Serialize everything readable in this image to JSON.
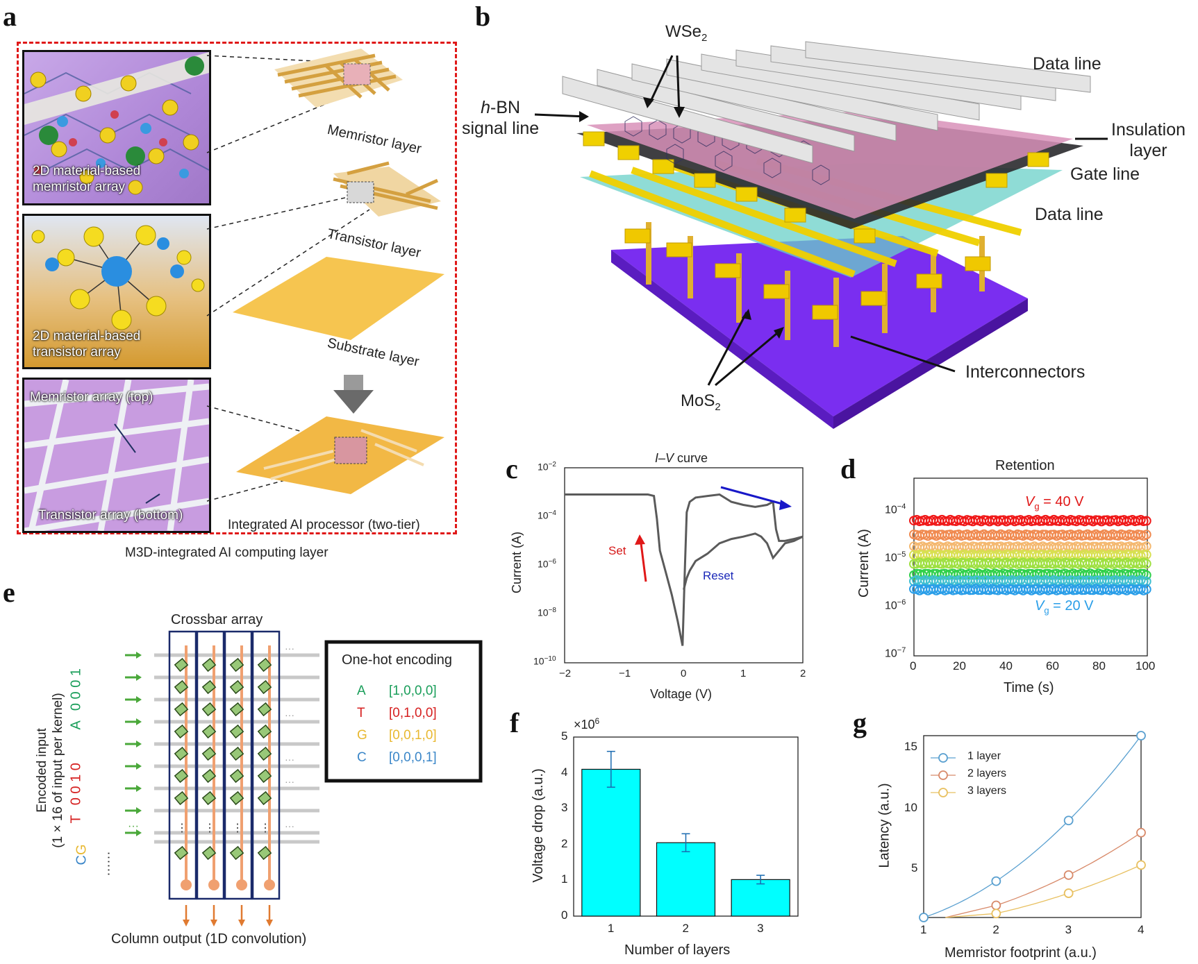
{
  "panels": {
    "a": {
      "letter": "a",
      "thumb1_caption_line1": "2D material-based",
      "thumb1_caption_line2": "memristor array",
      "thumb2_caption_line1": "2D material-based",
      "thumb2_caption_line2": "transistor array",
      "thumb3_top_label": "Memristor array (top)",
      "thumb3_bottom_label": "Transistor array (bottom)",
      "layer_labels": [
        "Memristor layer",
        "Transistor layer",
        "Substrate layer"
      ],
      "processor_label": "Integrated AI processor (two-tier)",
      "caption": "M3D-integrated AI computing layer"
    },
    "b": {
      "letter": "b",
      "wse2": "WSe",
      "wse2_sub": "2",
      "hbn_prefix": "h",
      "hbn_suffix": "-BN",
      "signal_line": "signal line",
      "data_line_top": "Data line",
      "insulation_line1": "Insulation",
      "insulation_line2": "layer",
      "gate_line": "Gate line",
      "data_line_mid": "Data line",
      "interconnectors": "Interconnectors",
      "mos2": "MoS",
      "mos2_sub": "2"
    },
    "c": {
      "letter": "c",
      "title_italic": "I–V",
      "title_rest": " curve",
      "xlabel": "Voltage (V)",
      "ylabel": "Current (A)",
      "xticks": [
        "−2",
        "−1",
        "0",
        "1",
        "2"
      ],
      "yticks_base": [
        "10",
        "10",
        "10",
        "10",
        "10"
      ],
      "yticks_exp": [
        "−2",
        "−4",
        "−6",
        "−8",
        "−10"
      ],
      "set_label": "Set",
      "reset_label": "Reset"
    },
    "d": {
      "letter": "d",
      "title": "Retention",
      "xlabel": "Time (s)",
      "ylabel": "Current (A)",
      "xticks": [
        "0",
        "20",
        "40",
        "60",
        "80",
        "100"
      ],
      "yticks_base": [
        "10",
        "10",
        "10",
        "10"
      ],
      "yticks_exp": [
        "−4",
        "−5",
        "−6",
        "−7"
      ],
      "top_label_v": "V",
      "top_label_sub": "g",
      "top_label_rest": " = 40 V",
      "bottom_label_v": "V",
      "bottom_label_sub": "g",
      "bottom_label_rest": " = 20 V"
    },
    "e": {
      "letter": "e",
      "crossbar_title": "Crossbar array",
      "column_output": "Column output (1D convolution)",
      "encoding_title": "One-hot encoding",
      "encoding_rows": [
        {
          "letter": "A",
          "code": "[1,0,0,0]",
          "color": "#1a9e5a"
        },
        {
          "letter": "T",
          "code": "[0,1,0,0]",
          "color": "#d62020"
        },
        {
          "letter": "G",
          "code": "[0,0,1,0]",
          "color": "#e8b830"
        },
        {
          "letter": "C",
          "code": "[0,0,0,1]",
          "color": "#3a86c8"
        }
      ],
      "y_axis_line1": "Encoded input",
      "y_axis_line2": "(1 × 16 of input per kernel)",
      "seq_a_letter": "A",
      "seq_a_bits": "0 0 0 1",
      "seq_t_letter": "T",
      "seq_t_bits": "0 0 1 0",
      "seq_c": "C",
      "seq_g": "G",
      "ellipsis": "······",
      "row_dots": "···",
      "cell_dots": "⋮"
    },
    "f": {
      "letter": "f",
      "multiplier": "×10",
      "multiplier_exp": "6",
      "xlabel": "Number of layers",
      "ylabel": "Voltage drop (a.u.)",
      "xticks": [
        "1",
        "2",
        "3"
      ],
      "yticks": [
        "0",
        "1",
        "2",
        "3",
        "4",
        "5"
      ]
    },
    "g": {
      "letter": "g",
      "xlabel": "Memristor footprint (a.u.)",
      "ylabel": "Latency (a.u.)",
      "xticks": [
        "1",
        "2",
        "3",
        "4"
      ],
      "yticks": [
        "5",
        "10",
        "15"
      ],
      "legend": [
        "1 layer",
        "2 layers",
        "3 layers"
      ]
    }
  },
  "chart_data": [
    {
      "id": "c",
      "type": "line",
      "title": "I–V curve",
      "xlabel": "Voltage (V)",
      "ylabel": "Current (A)",
      "xlim": [
        -2,
        2
      ],
      "ylim_log10": [
        -10,
        -2
      ],
      "yscale": "log",
      "series": [
        {
          "x": [
            -2,
            -1.5,
            -1,
            -0.6,
            -0.5,
            -0.45,
            -0.4,
            -0.3,
            -0.2,
            -0.1,
            -0.02,
            0.02,
            0.05,
            0.1,
            0.2,
            0.4,
            0.6,
            0.8,
            1.0,
            1.2,
            1.4,
            1.5,
            1.55,
            1.6,
            1.7,
            1.85,
            2.0
          ],
          "y": [
            0.0008,
            0.0008,
            0.0008,
            0.0008,
            0.0007,
            8e-05,
            4e-06,
            5e-07,
            6e-08,
            5e-09,
            5e-10,
            8e-07,
            0.00015,
            0.0004,
            0.0006,
            0.0007,
            0.0008,
            0.0004,
            0.0003,
            0.00025,
            0.0003,
            0.0004,
            3e-05,
            1e-05,
            1e-05,
            1.2e-05,
            1.5e-05
          ]
        },
        {
          "x": [
            0.0,
            0.05,
            0.1,
            0.2,
            0.4,
            0.6,
            0.8,
            1.0,
            1.2,
            1.3,
            1.4,
            1.5,
            1.6,
            1.7,
            1.85,
            2.0
          ],
          "y": [
            1e-07,
            3e-07,
            6e-07,
            1.5e-06,
            3e-06,
            8e-06,
            1.2e-05,
            1.5e-05,
            2e-05,
            1.5e-05,
            8e-06,
            2e-06,
            4e-06,
            8e-06,
            1e-05,
            1.5e-05
          ]
        }
      ]
    },
    {
      "id": "d",
      "type": "scatter",
      "title": "Retention",
      "xlabel": "Time (s)",
      "ylabel": "Current (A)",
      "xlim": [
        0,
        100
      ],
      "ylim_log10": [
        -7,
        -3.4
      ],
      "yscale": "log",
      "series": [
        {
          "name": "V_g = 40 V",
          "color": "#f01818",
          "value": 5.5e-05
        },
        {
          "name": "",
          "color": "#f08a50",
          "value": 2.8e-05
        },
        {
          "name": "",
          "color": "#f4b870",
          "value": 1.6e-05
        },
        {
          "name": "",
          "color": "#d8e050",
          "value": 1.1e-05
        },
        {
          "name": "",
          "color": "#9ee040",
          "value": 7.5e-06
        },
        {
          "name": "",
          "color": "#30d04a",
          "value": 4.5e-06
        },
        {
          "name": "",
          "color": "#40c0d0",
          "value": 3.3e-06
        },
        {
          "name": "V_g = 20 V",
          "color": "#2a9ee8",
          "value": 2.2e-06
        }
      ]
    },
    {
      "id": "f",
      "type": "bar",
      "xlabel": "Number of layers",
      "ylabel": "Voltage drop (a.u.)",
      "categories": [
        "1",
        "2",
        "3"
      ],
      "values": [
        4.1,
        2.05,
        1.02
      ],
      "errors": [
        0.5,
        0.25,
        0.12
      ],
      "ylim": [
        0,
        5
      ],
      "unit_multiplier": "×10^6",
      "color": "#00ffff"
    },
    {
      "id": "g",
      "type": "line",
      "xlabel": "Memristor footprint (a.u.)",
      "ylabel": "Latency (a.u.)",
      "xlim": [
        1,
        4
      ],
      "ylim": [
        1,
        16
      ],
      "legend_position": "top-left",
      "series": [
        {
          "name": "1 layer",
          "color": "#5aa0d0",
          "x": [
            1,
            2,
            3,
            4
          ],
          "y": [
            1,
            4,
            9,
            16
          ]
        },
        {
          "name": "2 layers",
          "color": "#d88a6a",
          "x": [
            2,
            3,
            4
          ],
          "y": [
            2,
            4.5,
            8
          ]
        },
        {
          "name": "3 layers",
          "color": "#e8c060",
          "x": [
            2,
            3,
            4
          ],
          "y": [
            1.33,
            3,
            5.33
          ]
        }
      ]
    }
  ]
}
